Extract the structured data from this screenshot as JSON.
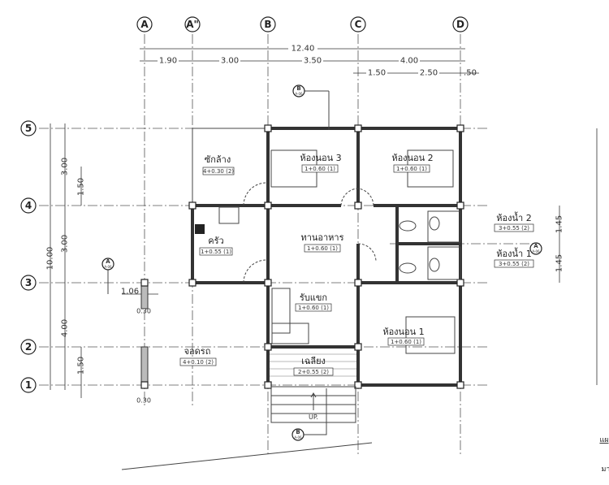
{
  "grid_axes": {
    "columns": [
      "A",
      "A\"",
      "B",
      "C",
      "D"
    ],
    "rows": [
      "5",
      "4",
      "3",
      "2",
      "1"
    ]
  },
  "dimensions": {
    "overall_width": "12.40",
    "column_spans": [
      "1.90",
      "3.00",
      "3.50",
      "4.00"
    ],
    "right_sub_spans": [
      "1.50",
      "2.50",
      ".50"
    ],
    "overall_depth": "10.00",
    "row_spans": [
      "3.00",
      "3.00",
      "4.00"
    ],
    "left_sub": [
      "1.50",
      "1.50"
    ],
    "bath_spans": [
      "1.45",
      "1.45"
    ],
    "carport": [
      "1.06",
      "0.30",
      "0.30"
    ]
  },
  "rooms": [
    {
      "name": "ซักล้าง",
      "tag": "4+0.30 (2)"
    },
    {
      "name": "ห้องนอน 3",
      "tag": "1+0.60 (1)"
    },
    {
      "name": "ห้องนอน 2",
      "tag": "1+0.60 (1)"
    },
    {
      "name": "ครัว",
      "tag": "1+0.55 (1)"
    },
    {
      "name": "ทานอาหาร",
      "tag": "1+0.60 (1)"
    },
    {
      "name": "ห้องน้ำ 2",
      "tag": "3+0.55 (2)"
    },
    {
      "name": "ห้องน้ำ 1",
      "tag": "3+0.55 (2)"
    },
    {
      "name": "รับแขก",
      "tag": "1+0.60 (1)"
    },
    {
      "name": "ห้องนอน 1",
      "tag": "1+0.60 (1)"
    },
    {
      "name": "จอดรถ",
      "tag": "4+0.10 (2)"
    },
    {
      "name": "เฉลียง",
      "tag": "2+0.55 (2)"
    }
  ],
  "stair_label": "UP.",
  "section_markers": [
    {
      "letter": "B",
      "sheet": "A-06"
    },
    {
      "letter": "A",
      "sheet": "A-06"
    },
    {
      "letter": "A",
      "sheet": "A-06"
    },
    {
      "letter": "B",
      "sheet": "A-06"
    }
  ],
  "edge_text": [
    "แผ",
    "มา"
  ]
}
